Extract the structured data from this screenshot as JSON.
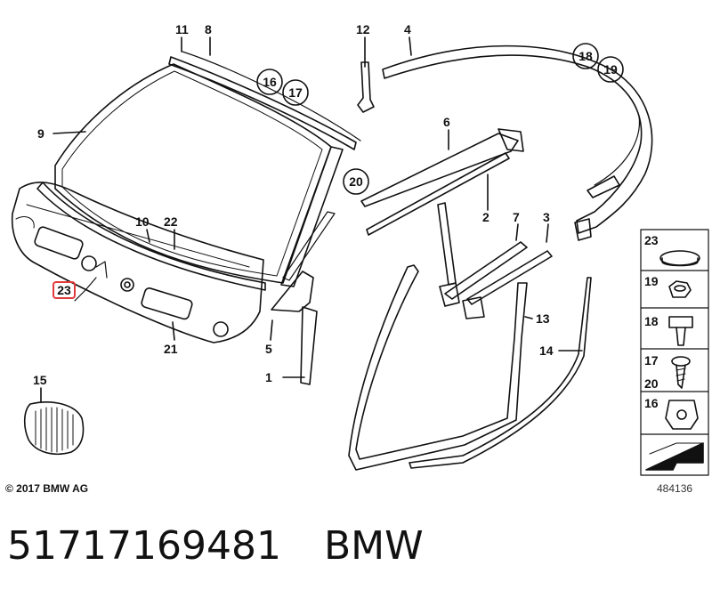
{
  "diagram": {
    "callouts": [
      {
        "id": "c11",
        "text": "11"
      },
      {
        "id": "c8",
        "text": "8"
      },
      {
        "id": "c12",
        "text": "12"
      },
      {
        "id": "c4",
        "text": "4"
      },
      {
        "id": "c9",
        "text": "9"
      },
      {
        "id": "c6",
        "text": "6"
      },
      {
        "id": "c10",
        "text": "10"
      },
      {
        "id": "c22",
        "text": "22"
      },
      {
        "id": "c2",
        "text": "2"
      },
      {
        "id": "c7",
        "text": "7"
      },
      {
        "id": "c3",
        "text": "3"
      },
      {
        "id": "c21",
        "text": "21"
      },
      {
        "id": "c5",
        "text": "5"
      },
      {
        "id": "c1",
        "text": "1"
      },
      {
        "id": "c13",
        "text": "13"
      },
      {
        "id": "c14",
        "text": "14"
      },
      {
        "id": "c15",
        "text": "15"
      }
    ],
    "circled_callouts": [
      {
        "id": "cc16",
        "text": "16"
      },
      {
        "id": "cc17",
        "text": "17"
      },
      {
        "id": "cc18",
        "text": "18"
      },
      {
        "id": "cc19",
        "text": "19"
      },
      {
        "id": "cc20",
        "text": "20"
      }
    ],
    "highlighted_callout": {
      "text": "23",
      "color": "#e23a3a"
    },
    "side_panel": [
      {
        "id": "s23",
        "label": "23"
      },
      {
        "id": "s19",
        "label": "19"
      },
      {
        "id": "s18",
        "label": "18"
      },
      {
        "id": "s17",
        "label": "17"
      },
      {
        "id": "s20",
        "label": "20"
      },
      {
        "id": "s16",
        "label": "16"
      }
    ]
  },
  "footer": {
    "copyright": "© 2017 BMW AG",
    "doc_number": "484136"
  },
  "caption": {
    "part_number": "51717169481",
    "brand": "BMW"
  }
}
